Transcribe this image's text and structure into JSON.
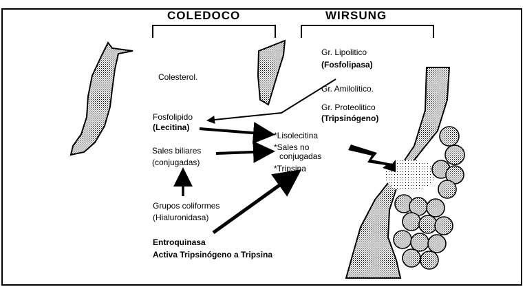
{
  "headers": {
    "coledoco": "COLEDOCO",
    "wirsung": "WIRSUNG"
  },
  "left": {
    "colesterol": "Colesterol.",
    "fosfolipido": "Fosfolipido",
    "lecitina": "(Lecitina)",
    "sales_biliares": "Sales biliares",
    "conjugadas": "(conjugadas)",
    "grupos_coliformes": "Grupos coliformes",
    "hialuronidasa": "(Hialuronidasa)",
    "entroquinasa": "Entroquinasa",
    "activa": "Activa Tripsinógeno a Tripsina"
  },
  "right": {
    "gr_lipolitico": "Gr. Lipolitico",
    "fosfolipasa": "(Fosfolipasa)",
    "gr_amilolitico": "Gr. Amilolitico.",
    "gr_proteolitico": "Gr. Proteolitico",
    "tripsinogeno": "(Tripsinógeno)"
  },
  "products": {
    "lisolecitina": "*Lisolecitina",
    "sales_no": "*Sales no",
    "conjugadas": "conjugadas",
    "tripsina": "*Tripsina"
  }
}
